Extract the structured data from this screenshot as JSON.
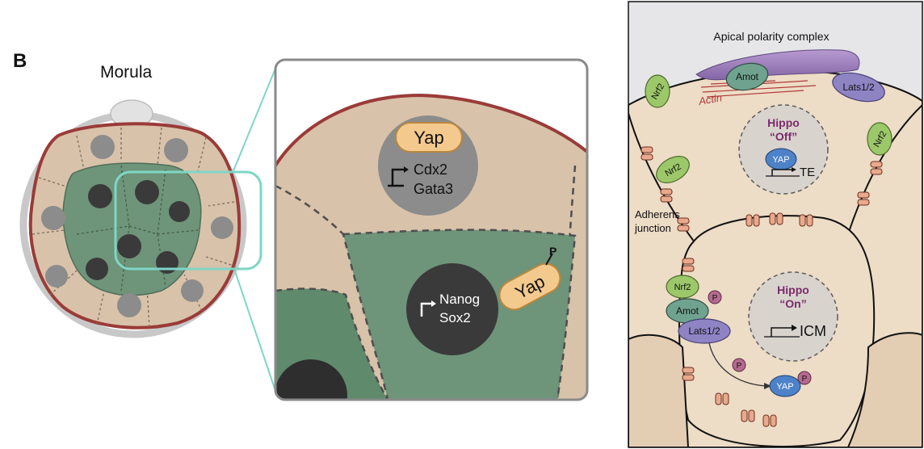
{
  "left_panel": {
    "panel_letter": "B",
    "morula_title": "Morula",
    "zoom": {
      "outer_label_protein": "Yap",
      "outer_genes": [
        "Cdx2",
        "Gata3"
      ],
      "inner_label_protein": "Yap",
      "inner_phospho_mark": "P",
      "inner_genes": [
        "Nanog",
        "Sox2"
      ]
    }
  },
  "right_panel": {
    "apical_complex": "Apical polarity complex",
    "amot_top": "Amot",
    "lats_top": "Lats1/2",
    "actin": "Actin",
    "nrf2_labels": [
      "Nrf2",
      "Nrf2",
      "Nrf2",
      "Nrf2"
    ],
    "hippo_off_title": "Hippo",
    "hippo_off_state": "“Off”",
    "yap_nuclear": "YAP",
    "te_gene": "TE",
    "adherens_line1": "Adherens",
    "adherens_line2": "junction",
    "hippo_on_title": "Hippo",
    "hippo_on_state": "“On”",
    "icm_gene": "ICM",
    "amot_bottom": "Amot",
    "lats_bottom": "Lats1/2",
    "p_marks": [
      "P",
      "P",
      "P"
    ],
    "yap_cyto": "YAP"
  },
  "colors": {
    "trophectoderm": "#D9C2AA",
    "inner_cell": "#6E9479",
    "nucleus_grey": "#8C8C8C",
    "nucleus_dark": "#3A3A3A",
    "teal_zoom": "#7FD6C6",
    "red_membrane": "#9A3B38",
    "yap_orange": "#F3C98E",
    "hippo_purple": "#7A2A6B",
    "apical_purple": "#9B79B8",
    "nrf2_green": "#9CC86A",
    "amot_teal": "#6FA38F",
    "lats_lavender": "#8E84C4",
    "yap_blue": "#4D82C9",
    "p_pink": "#B56A8F"
  }
}
